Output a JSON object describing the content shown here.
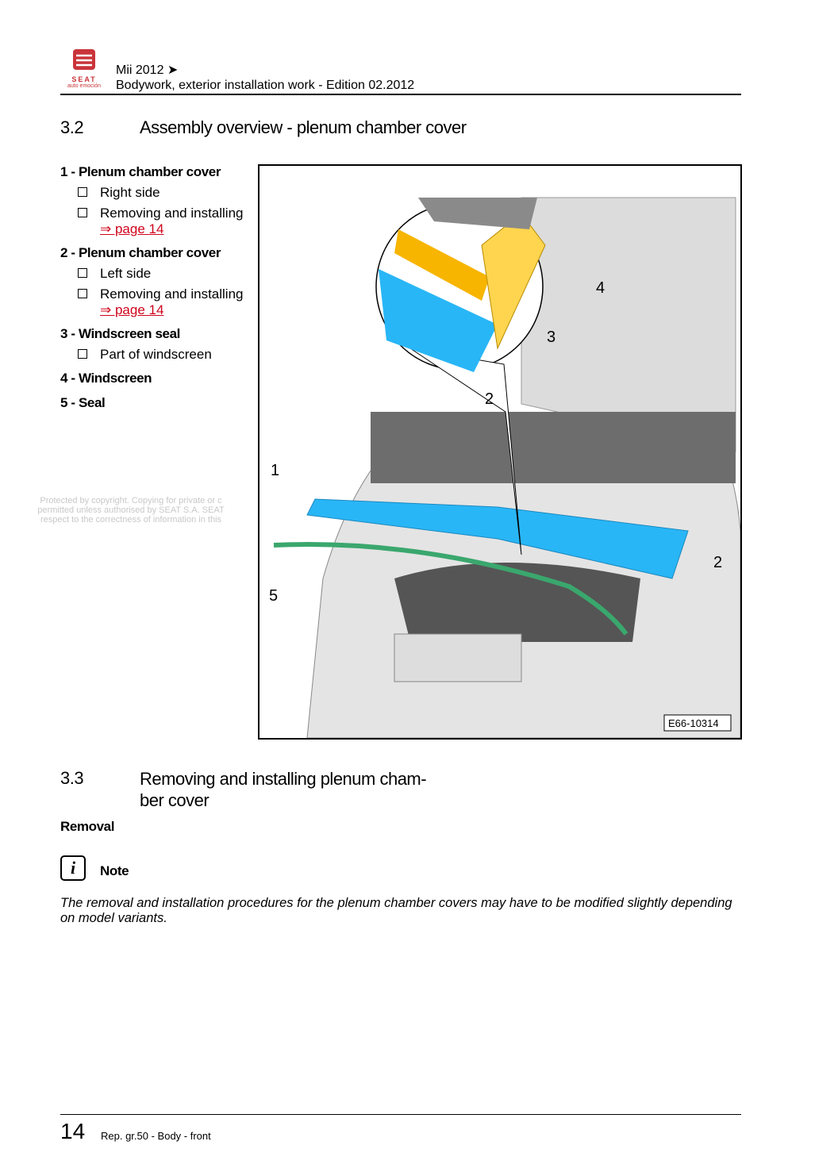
{
  "header": {
    "brand": "SEAT",
    "tagline": "auto emoción",
    "model": "Mii 2012 ➤",
    "subtitle": "Bodywork, exterior installation work - Edition 02.2012"
  },
  "section_3_2": {
    "number": "3.2",
    "title": "Assembly overview - plenum chamber cover",
    "items": [
      {
        "title": "1 - Plenum chamber cover",
        "bullets": [
          "Right side",
          "Removing and installing"
        ],
        "link": "⇒ page 14"
      },
      {
        "title": "2 - Plenum chamber cover",
        "bullets": [
          "Left side",
          "Removing and installing"
        ],
        "link": "⇒ page 14"
      },
      {
        "title": "3 - Windscreen seal",
        "bullets": [
          "Part of windscreen"
        ]
      },
      {
        "title": "4 - Windscreen",
        "bullets": []
      },
      {
        "title": "5 - Seal",
        "bullets": []
      }
    ]
  },
  "figure": {
    "id": "E66-10314",
    "callouts": [
      "1",
      "2",
      "3",
      "4",
      "5",
      "2"
    ]
  },
  "watermark": {
    "lines": [
      "Protected by copyright. Copying for private or c",
      "permitted unless authorised by SEAT S.A. SEAT",
      "respect to the correctness of information in this"
    ]
  },
  "section_3_3": {
    "number": "3.3",
    "title_line1": "Removing and installing plenum cham-",
    "title_line2": "ber cover",
    "subheading": "Removal",
    "note_label": "Note",
    "note_text": "The removal and installation procedures for the plenum chamber covers may have to be modified slightly depending on model variants."
  },
  "footer": {
    "page": "14",
    "text": "Rep. gr.50 - Body - front"
  }
}
